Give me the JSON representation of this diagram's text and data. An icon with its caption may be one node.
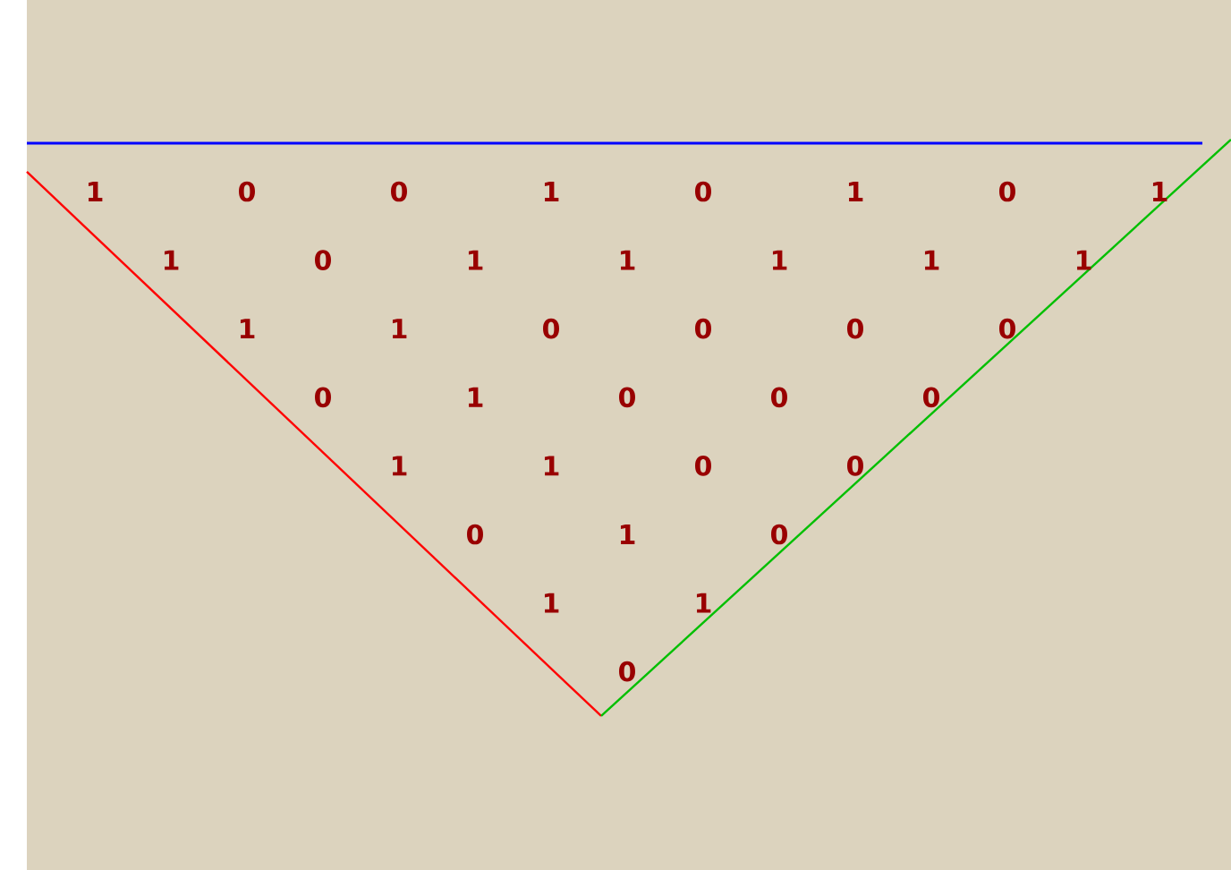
{
  "diagram": {
    "labels": [
      "1",
      "0",
      "0",
      "1",
      "0",
      "1",
      "0",
      "1",
      "1",
      "0",
      "1",
      "1",
      "1",
      "1",
      "1",
      "1",
      "1",
      "0",
      "0",
      "0",
      "0",
      "0",
      "1",
      "0",
      "0",
      "0",
      "1",
      "1",
      "0",
      "0",
      "0",
      "1",
      "0",
      "1",
      "1",
      "0"
    ]
  }
}
